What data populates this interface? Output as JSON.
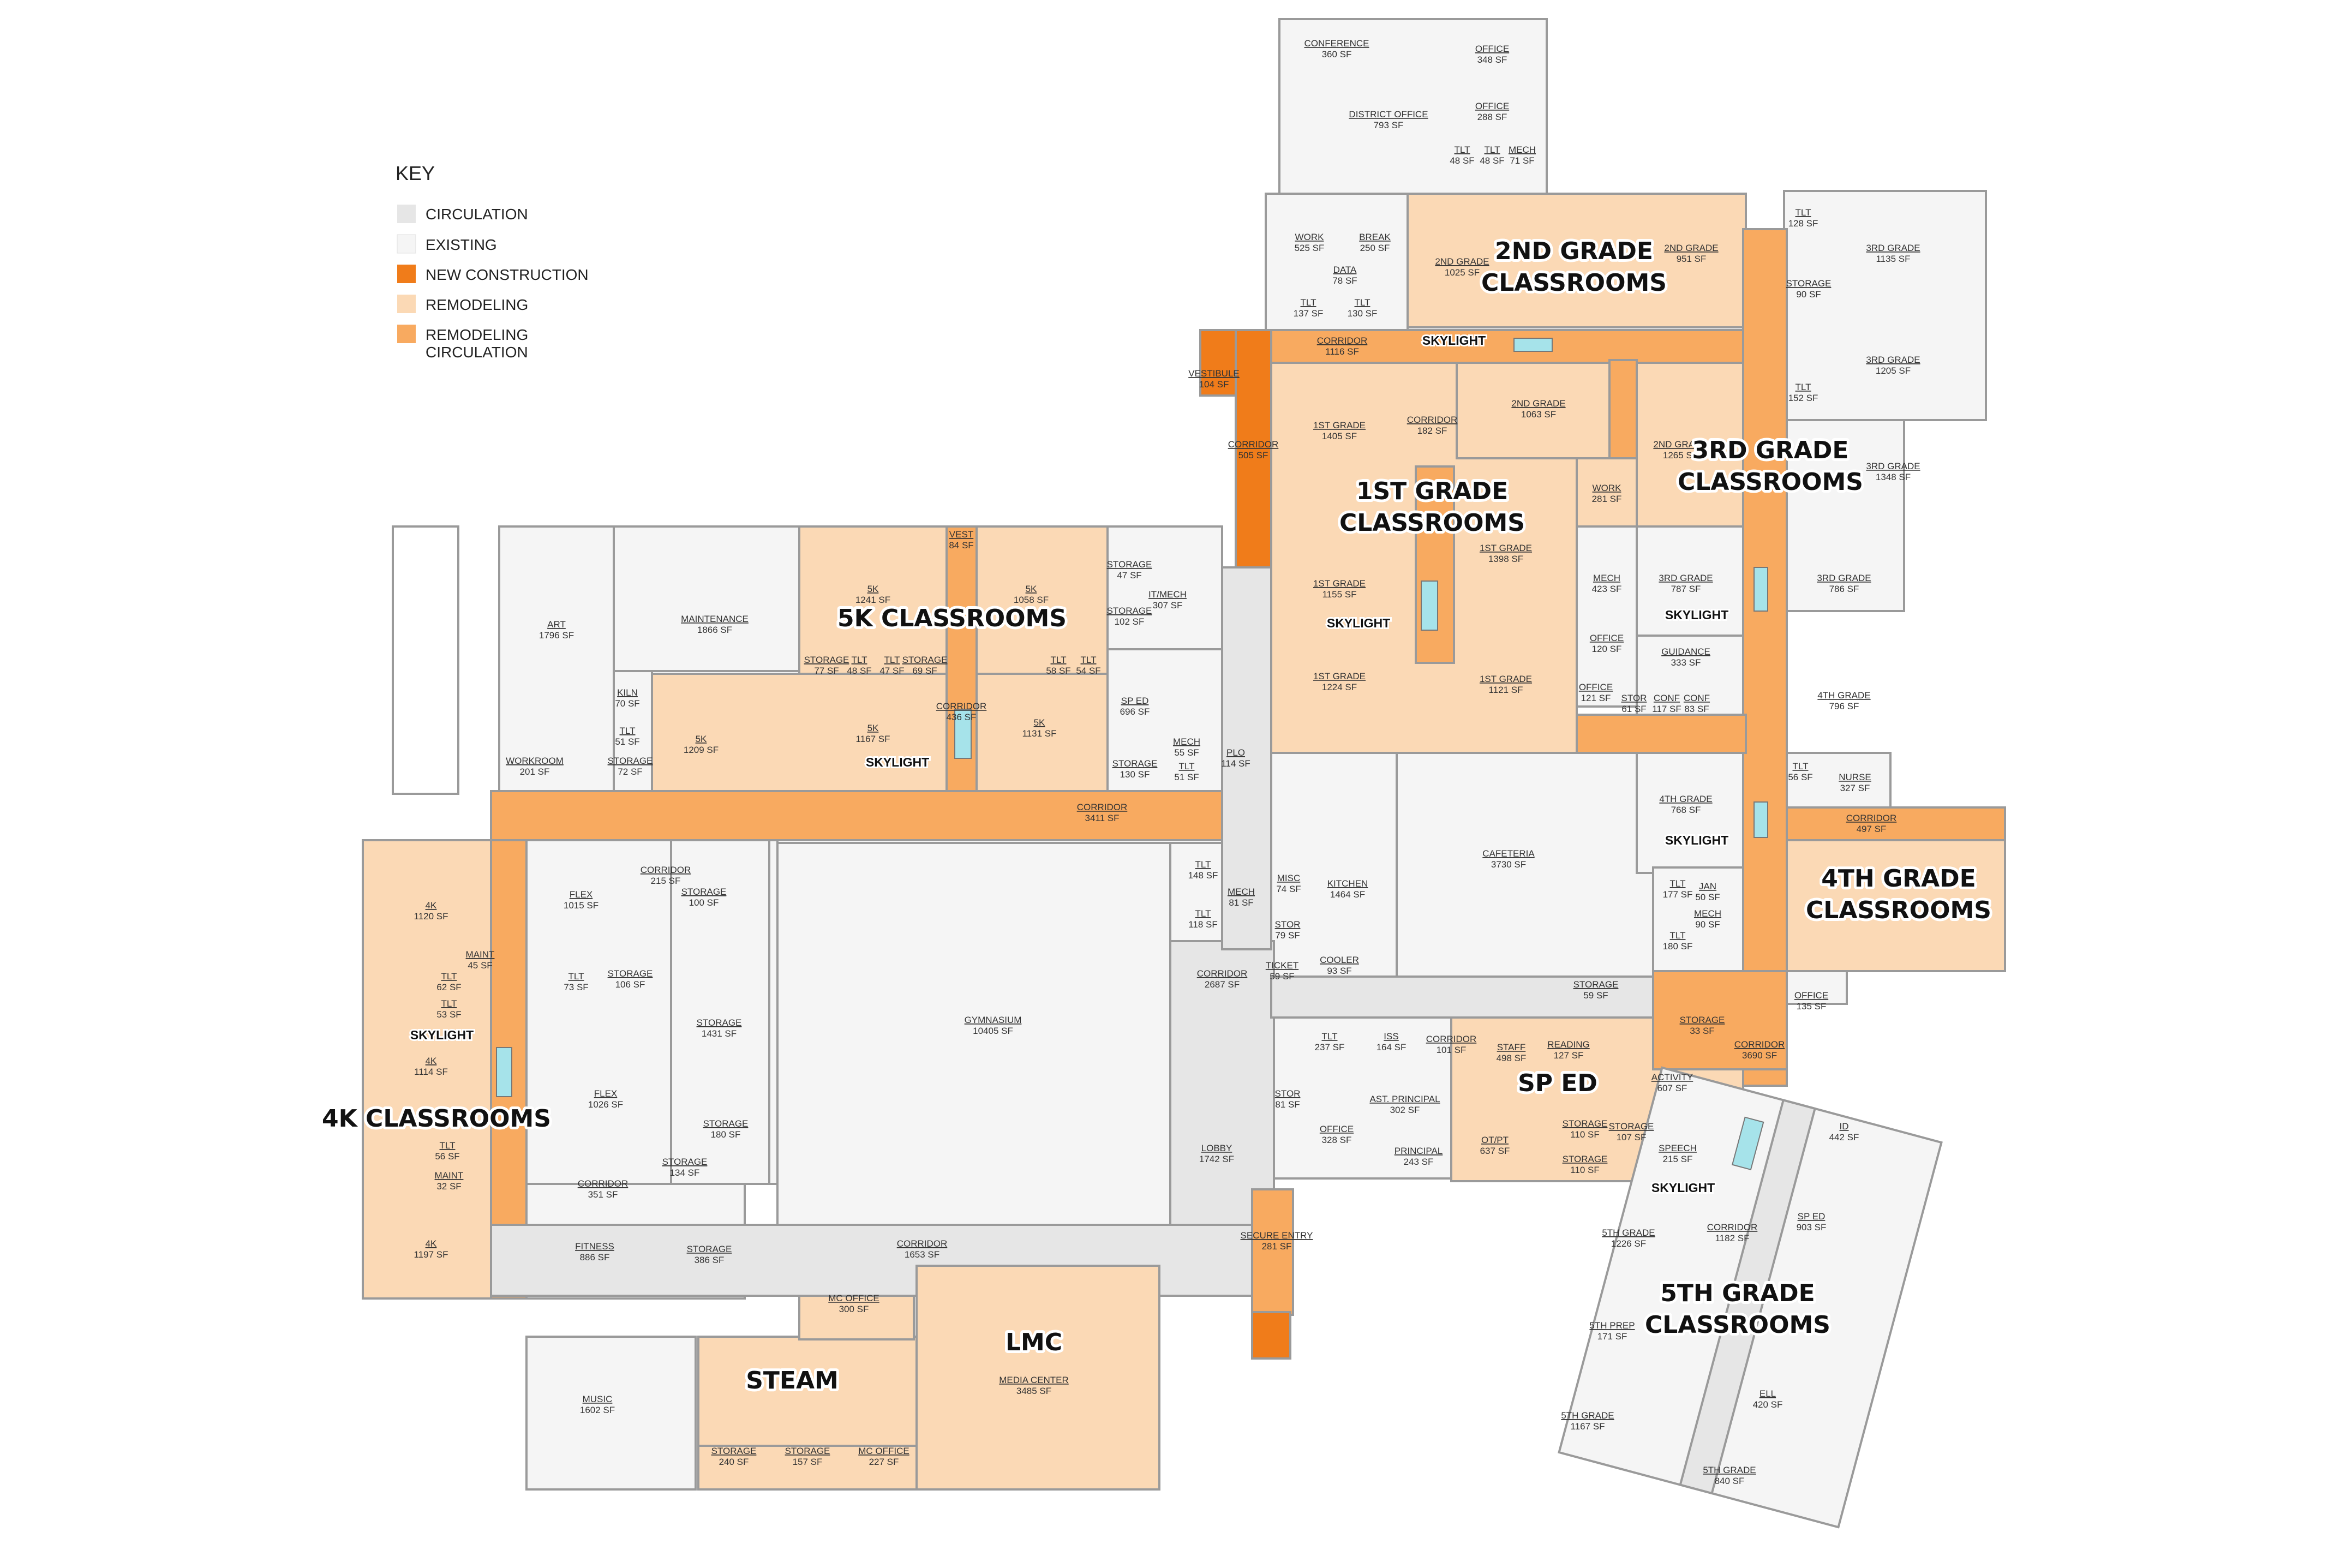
{
  "legend": {
    "title": "KEY",
    "items": [
      {
        "label": "CIRCULATION",
        "color": "#e6e6e6"
      },
      {
        "label": "EXISTING",
        "color": "#f5f5f5"
      },
      {
        "label": "NEW CONSTRUCTION",
        "color": "#f07c1a"
      },
      {
        "label": "REMODELING",
        "color": "#fbd9b5"
      },
      {
        "label": "REMODELING\nCIRCULATION",
        "color": "#f8aa60"
      }
    ]
  },
  "colors": {
    "circulation": "#e6e6e6",
    "existing": "#f5f5f5",
    "new_construction": "#f07c1a",
    "remodeling": "#fbd9b5",
    "remodeling_circulation": "#f8aa60",
    "wall": "#9a9a9a"
  },
  "zones": {
    "grade2": "2ND GRADE\nCLASSROOMS",
    "grade1": "1ST GRADE\nCLASSROOMS",
    "grade3": "3RD GRADE\nCLASSROOMS",
    "k5": "5K CLASSROOMS",
    "grade4": "4TH GRADE\nCLASSROOMS",
    "k4": "4K CLASSROOMS",
    "sped": "SP ED",
    "grade5": "5TH GRADE\nCLASSROOMS",
    "lmc": "LMC",
    "steam": "STEAM"
  },
  "skylight_label": "SKYLIGHT",
  "rooms": [
    {
      "name": "CONFERENCE",
      "area": "360 SF"
    },
    {
      "name": "OFFICE",
      "area": "348 SF"
    },
    {
      "name": "OFFICE",
      "area": "288 SF"
    },
    {
      "name": "DISTRICT OFFICE",
      "area": "793 SF"
    },
    {
      "name": "TLT",
      "area": "48 SF"
    },
    {
      "name": "TLT",
      "area": "48 SF"
    },
    {
      "name": "MECH",
      "area": "71 SF"
    },
    {
      "name": "WORK",
      "area": "525 SF"
    },
    {
      "name": "BREAK",
      "area": "250 SF"
    },
    {
      "name": "DATA",
      "area": "78 SF"
    },
    {
      "name": "TLT",
      "area": "137 SF"
    },
    {
      "name": "TLT",
      "area": "130 SF"
    },
    {
      "name": "2ND GRADE",
      "area": "1025 SF"
    },
    {
      "name": "2ND GRADE",
      "area": "951 SF"
    },
    {
      "name": "TLT",
      "area": "128 SF"
    },
    {
      "name": "3RD GRADE",
      "area": "1135 SF"
    },
    {
      "name": "STORAGE",
      "area": "90 SF"
    },
    {
      "name": "3RD GRADE",
      "area": "1205 SF"
    },
    {
      "name": "TLT",
      "area": "152 SF"
    },
    {
      "name": "3RD GRADE",
      "area": "1348 SF"
    },
    {
      "name": "VESTIBULE",
      "area": "104 SF"
    },
    {
      "name": "CORRIDOR",
      "area": "1116 SF"
    },
    {
      "name": "CORRIDOR",
      "area": "505 SF"
    },
    {
      "name": "1ST GRADE",
      "area": "1405 SF"
    },
    {
      "name": "CORRIDOR",
      "area": "182 SF"
    },
    {
      "name": "2ND GRADE",
      "area": "1063 SF"
    },
    {
      "name": "2ND GRADE",
      "area": "1265 SF"
    },
    {
      "name": "WORK",
      "area": "281 SF"
    },
    {
      "name": "1ST GRADE",
      "area": "1155 SF"
    },
    {
      "name": "1ST GRADE",
      "area": "1398 SF"
    },
    {
      "name": "MECH",
      "area": "423 SF"
    },
    {
      "name": "3RD GRADE",
      "area": "787 SF"
    },
    {
      "name": "3RD GRADE",
      "area": "786 SF"
    },
    {
      "name": "1ST GRADE",
      "area": "1224 SF"
    },
    {
      "name": "1ST GRADE",
      "area": "1121 SF"
    },
    {
      "name": "OFFICE",
      "area": "120 SF"
    },
    {
      "name": "GUIDANCE",
      "area": "333 SF"
    },
    {
      "name": "OFFICE",
      "area": "121 SF"
    },
    {
      "name": "STOR",
      "area": "61 SF"
    },
    {
      "name": "CONF",
      "area": "117 SF"
    },
    {
      "name": "CONF",
      "area": "83 SF"
    },
    {
      "name": "4TH GRADE",
      "area": "796 SF"
    },
    {
      "name": "TLT",
      "area": "56 SF"
    },
    {
      "name": "NURSE",
      "area": "327 SF"
    },
    {
      "name": "4TH GRADE",
      "area": "768 SF"
    },
    {
      "name": "CORRIDOR",
      "area": "497 SF"
    },
    {
      "name": "ART",
      "area": "1796 SF"
    },
    {
      "name": "MAINTENANCE",
      "area": "1866 SF"
    },
    {
      "name": "5K",
      "area": "1241 SF"
    },
    {
      "name": "VEST",
      "area": "84 SF"
    },
    {
      "name": "5K",
      "area": "1058 SF"
    },
    {
      "name": "STORAGE",
      "area": "47 SF"
    },
    {
      "name": "IT/MECH",
      "area": "307 SF"
    },
    {
      "name": "STORAGE",
      "area": "102 SF"
    },
    {
      "name": "STORAGE",
      "area": "77 SF"
    },
    {
      "name": "TLT",
      "area": "48 SF"
    },
    {
      "name": "TLT",
      "area": "47 SF"
    },
    {
      "name": "STORAGE",
      "area": "69 SF"
    },
    {
      "name": "TLT",
      "area": "58 SF"
    },
    {
      "name": "TLT",
      "area": "54 SF"
    },
    {
      "name": "KILN",
      "area": "70 SF"
    },
    {
      "name": "TLT",
      "area": "51 SF"
    },
    {
      "name": "STORAGE",
      "area": "72 SF"
    },
    {
      "name": "5K",
      "area": "1209 SF"
    },
    {
      "name": "5K",
      "area": "1167 SF"
    },
    {
      "name": "CORRIDOR",
      "area": "436 SF"
    },
    {
      "name": "5K",
      "area": "1131 SF"
    },
    {
      "name": "SP ED",
      "area": "696 SF"
    },
    {
      "name": "MECH",
      "area": "55 SF"
    },
    {
      "name": "TLT",
      "area": "51 SF"
    },
    {
      "name": "STORAGE",
      "area": "130 SF"
    },
    {
      "name": "PLO",
      "area": "114 SF"
    },
    {
      "name": "WORKROOM",
      "area": "201 SF"
    },
    {
      "name": "CORRIDOR",
      "area": "3411 SF"
    },
    {
      "name": "CAFETERIA",
      "area": "3730 SF"
    },
    {
      "name": "KITCHEN",
      "area": "1464 SF"
    },
    {
      "name": "MISC",
      "area": "74 SF"
    },
    {
      "name": "TLT",
      "area": "148 SF"
    },
    {
      "name": "MECH",
      "area": "81 SF"
    },
    {
      "name": "TLT",
      "area": "118 SF"
    },
    {
      "name": "TLT",
      "area": "177 SF"
    },
    {
      "name": "JAN",
      "area": "50 SF"
    },
    {
      "name": "MECH",
      "area": "90 SF"
    },
    {
      "name": "TLT",
      "area": "180 SF"
    },
    {
      "name": "4K",
      "area": "1120 SF"
    },
    {
      "name": "FLEX",
      "area": "1015 SF"
    },
    {
      "name": "CORRIDOR",
      "area": "215 SF"
    },
    {
      "name": "STORAGE",
      "area": "100 SF"
    },
    {
      "name": "MAINT",
      "area": "45 SF"
    },
    {
      "name": "TLT",
      "area": "62 SF"
    },
    {
      "name": "TLT",
      "area": "73 SF"
    },
    {
      "name": "STORAGE",
      "area": "106 SF"
    },
    {
      "name": "TLT",
      "area": "53 SF"
    },
    {
      "name": "STOR",
      "area": "79 SF"
    },
    {
      "name": "COOLER",
      "area": "93 SF"
    },
    {
      "name": "TICKET",
      "area": "59 SF"
    },
    {
      "name": "CORRIDOR",
      "area": "2687 SF"
    },
    {
      "name": "STORAGE",
      "area": "59 SF"
    },
    {
      "name": "OFFICE",
      "area": "135 SF"
    },
    {
      "name": "STORAGE",
      "area": "1431 SF"
    },
    {
      "name": "GYMNASIUM",
      "area": "10405 SF"
    },
    {
      "name": "4K",
      "area": "1114 SF"
    },
    {
      "name": "FLEX",
      "area": "1026 SF"
    },
    {
      "name": "STORAGE",
      "area": "33 SF"
    },
    {
      "name": "CORRIDOR",
      "area": "3690 SF"
    },
    {
      "name": "TLT",
      "area": "237 SF"
    },
    {
      "name": "ISS",
      "area": "164 SF"
    },
    {
      "name": "CORRIDOR",
      "area": "101 SF"
    },
    {
      "name": "STAFF",
      "area": "498 SF"
    },
    {
      "name": "READING",
      "area": "127 SF"
    },
    {
      "name": "ACTIVITY",
      "area": "607 SF"
    },
    {
      "name": "STOR",
      "area": "81 SF"
    },
    {
      "name": "AST. PRINCIPAL",
      "area": "302 SF"
    },
    {
      "name": "OFFICE",
      "area": "328 SF"
    },
    {
      "name": "STORAGE",
      "area": "180 SF"
    },
    {
      "name": "STORAGE",
      "area": "134 SF"
    },
    {
      "name": "TLT",
      "area": "56 SF"
    },
    {
      "name": "MAINT",
      "area": "32 SF"
    },
    {
      "name": "LOBBY",
      "area": "1742 SF"
    },
    {
      "name": "PRINCIPAL",
      "area": "243 SF"
    },
    {
      "name": "OT/PT",
      "area": "637 SF"
    },
    {
      "name": "STORAGE",
      "area": "110 SF"
    },
    {
      "name": "STORAGE",
      "area": "107 SF"
    },
    {
      "name": "STORAGE",
      "area": "110 SF"
    },
    {
      "name": "SPEECH",
      "area": "215 SF"
    },
    {
      "name": "ID",
      "area": "442 SF"
    },
    {
      "name": "CORRIDOR",
      "area": "351 SF"
    },
    {
      "name": "4K",
      "area": "1197 SF"
    },
    {
      "name": "FITNESS",
      "area": "886 SF"
    },
    {
      "name": "STORAGE",
      "area": "386 SF"
    },
    {
      "name": "CORRIDOR",
      "area": "1653 SF"
    },
    {
      "name": "SECURE ENTRY",
      "area": "281 SF"
    },
    {
      "name": "5TH GRADE",
      "area": "1226 SF"
    },
    {
      "name": "CORRIDOR",
      "area": "1182 SF"
    },
    {
      "name": "SP ED",
      "area": "903 SF"
    },
    {
      "name": "MC OFFICE",
      "area": "300 SF"
    },
    {
      "name": "MEDIA CENTER",
      "area": "3485 SF"
    },
    {
      "name": "5TH PREP",
      "area": "171 SF"
    },
    {
      "name": "MUSIC",
      "area": "1602 SF"
    },
    {
      "name": "5TH GRADE",
      "area": "1167 SF"
    },
    {
      "name": "ELL",
      "area": "420 SF"
    },
    {
      "name": "STORAGE",
      "area": "240 SF"
    },
    {
      "name": "STORAGE",
      "area": "157 SF"
    },
    {
      "name": "MC OFFICE",
      "area": "227 SF"
    },
    {
      "name": "5TH GRADE",
      "area": "840 SF"
    }
  ]
}
